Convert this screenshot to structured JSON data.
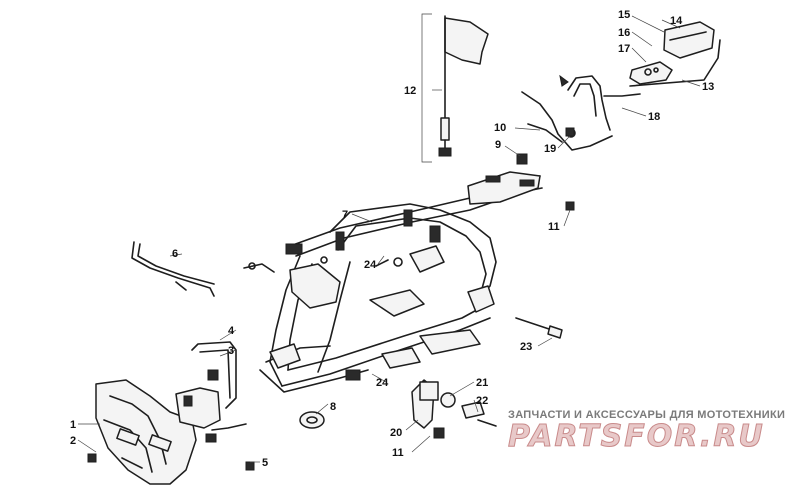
{
  "callouts": [
    {
      "id": "c1",
      "label": "1"
    },
    {
      "id": "c2",
      "label": "2"
    },
    {
      "id": "c3",
      "label": "3"
    },
    {
      "id": "c4",
      "label": "4"
    },
    {
      "id": "c5",
      "label": "5"
    },
    {
      "id": "c6",
      "label": "6"
    },
    {
      "id": "c7",
      "label": "7"
    },
    {
      "id": "c8",
      "label": "8"
    },
    {
      "id": "c9",
      "label": "9"
    },
    {
      "id": "c10",
      "label": "10"
    },
    {
      "id": "c11a",
      "label": "11"
    },
    {
      "id": "c11b",
      "label": "11"
    },
    {
      "id": "c12",
      "label": "12"
    },
    {
      "id": "c13",
      "label": "13"
    },
    {
      "id": "c14",
      "label": "14"
    },
    {
      "id": "c15",
      "label": "15"
    },
    {
      "id": "c16",
      "label": "16"
    },
    {
      "id": "c17",
      "label": "17"
    },
    {
      "id": "c18",
      "label": "18"
    },
    {
      "id": "c19",
      "label": "19"
    },
    {
      "id": "c20",
      "label": "20"
    },
    {
      "id": "c21",
      "label": "21"
    },
    {
      "id": "c22",
      "label": "22"
    },
    {
      "id": "c23",
      "label": "23"
    },
    {
      "id": "c24a",
      "label": "24"
    },
    {
      "id": "c24b",
      "label": "24"
    }
  ],
  "watermark": {
    "text": "ЗАПЧАСТИ И АКСЕССУАРЫ ДЛЯ МОТОТЕХНИКИ",
    "logo": "PARTSFOR.RU"
  }
}
